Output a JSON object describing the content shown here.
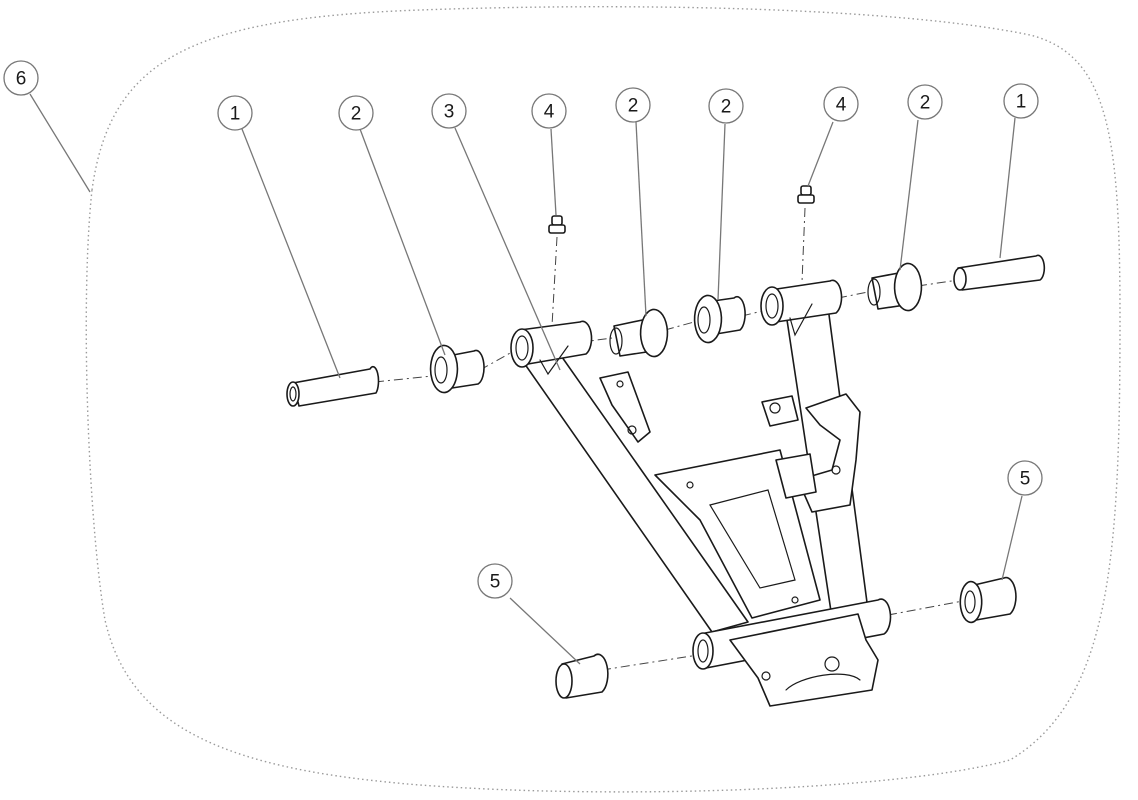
{
  "callouts": [
    {
      "id": "c1-left",
      "label": "1"
    },
    {
      "id": "c2-a",
      "label": "2"
    },
    {
      "id": "c3",
      "label": "3"
    },
    {
      "id": "c4-a",
      "label": "4"
    },
    {
      "id": "c2-b",
      "label": "2"
    },
    {
      "id": "c2-c",
      "label": "2"
    },
    {
      "id": "c4-b",
      "label": "4"
    },
    {
      "id": "c2-d",
      "label": "2"
    },
    {
      "id": "c1-right",
      "label": "1"
    },
    {
      "id": "c5-right",
      "label": "5"
    },
    {
      "id": "c5-left",
      "label": "5"
    },
    {
      "id": "c6",
      "label": "6"
    }
  ]
}
